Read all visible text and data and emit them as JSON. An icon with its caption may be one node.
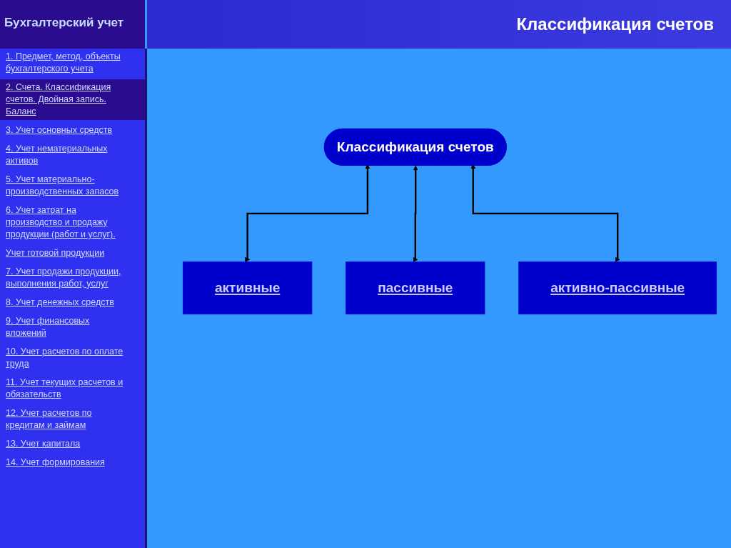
{
  "diagram": {
    "title": "Классификация счетов",
    "nodes": [
      {
        "text": [
          "Классификация счетов"
        ]
      },
      {
        "text": [
          "активные"
        ]
      },
      {
        "text": [
          "пассивные"
        ]
      },
      {
        "text": [
          "активно-пассивные"
        ]
      }
    ],
    "edges": [
      {
        "from": 0,
        "to": 1,
        "arrow": "both"
      },
      {
        "from": 0,
        "to": 2,
        "arrow": "both"
      },
      {
        "from": 0,
        "to": 3,
        "arrow": "both"
      }
    ],
    "labels": [
      "Бухгалтерский учет",
      "1. Предмет, метод, объекты бухгалтерского учета",
      "2. Счета. Классификация счетов. Двойная запись. Баланс",
      "3. Учет основных средств",
      "4. Учет нематериальных активов",
      "5. Учет материально-производственных запасов",
      "6. Учет затрат на производство и продажу продукции (работ и услуг).",
      "Учет готовой продукции",
      "7. Учет продажи продукции, выполнения работ, услуг",
      "8. Учет денежных средств",
      "9. Учет финансовых вложений",
      "10. Учет расчетов по оплате труда",
      "11. Учет текущих расчетов и обязательств",
      "12. Учет расчетов по кредитам и займам",
      "13. Учет капитала",
      "14. Учет формирования"
    ]
  }
}
